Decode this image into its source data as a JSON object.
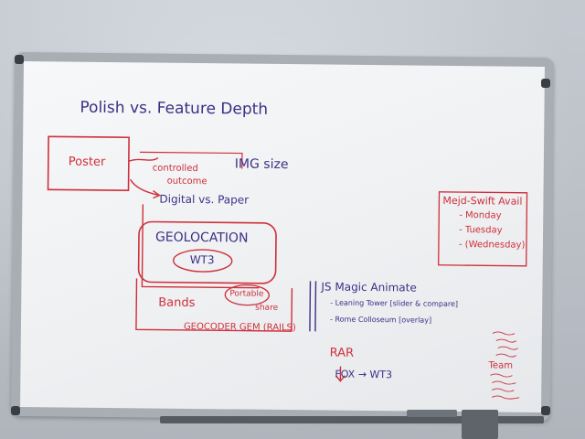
{
  "board": {
    "title": "Polish vs. Feature Depth",
    "poster": "Poster",
    "controlled": "controlled",
    "outcome": "outcome",
    "img_size": "IMG size",
    "digital_vs_paper": "Digital vs. Paper",
    "geolocation": "GEOLOCATION",
    "wt3_circle": "WT3",
    "bands": "Bands",
    "portable": "Portable",
    "share": "share",
    "geocoder": "GEOCODER GEM (RAILS)",
    "js_title": "JS Magic Animate",
    "js_item1": "- Leaning Tower [slider & compare]",
    "js_item2": "- Rome Colloseum [overlay]",
    "rar": "RAR",
    "fox_wt3": "FOX → WT3",
    "mejd_title": "Mejd-Swift Avail",
    "mejd_days": [
      "- Monday",
      "- Tuesday",
      "- (Wednesday)"
    ],
    "team": "Team"
  },
  "colors": {
    "purple": "#3d2f86",
    "red": "#cf2f3a"
  }
}
